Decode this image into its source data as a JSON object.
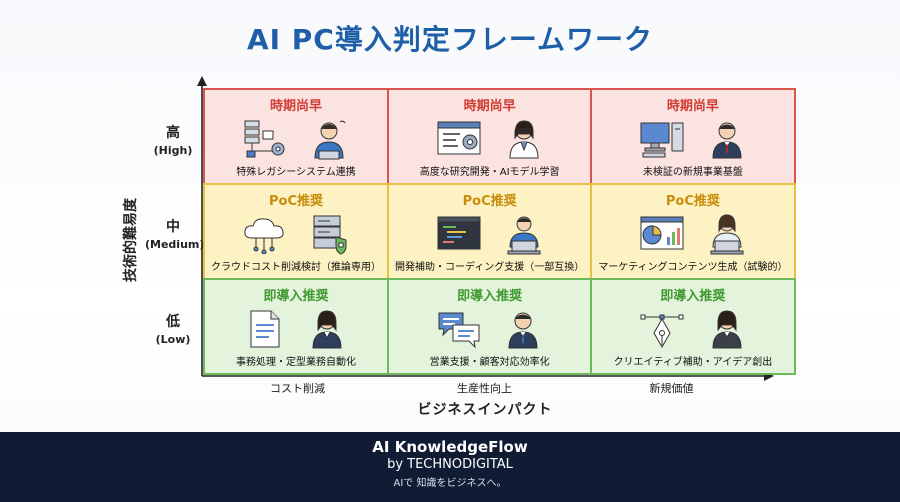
{
  "title": "AI PC導入判定フレームワーク",
  "y_axis": {
    "title": "技術的難易度",
    "levels": [
      {
        "main": "高",
        "sub": "(High)"
      },
      {
        "main": "中",
        "sub": "(Medium)"
      },
      {
        "main": "低",
        "sub": "(Low)"
      }
    ]
  },
  "x_axis": {
    "title": "ビジネスインパクト",
    "categories": [
      "コスト削減",
      "生産性向上",
      "新規価値"
    ]
  },
  "rows": [
    {
      "header": "時期尚早",
      "color": "#d9534f",
      "cells": [
        {
          "caption": "特殊レガシーシステム連携",
          "icons": [
            "network-diagram-icon",
            "stressed-engineer-icon"
          ]
        },
        {
          "caption": "高度な研究開発・AIモデル学習",
          "icons": [
            "code-window-icon",
            "researcher-icon"
          ]
        },
        {
          "caption": "未検証の新規事業基盤",
          "icons": [
            "desktop-computer-icon",
            "businessman-icon"
          ]
        }
      ]
    },
    {
      "header": "PoC推奨",
      "color": "#e9c046",
      "cells": [
        {
          "caption": "クラウドコスト削減検討（推論専用）",
          "icons": [
            "cloud-icon",
            "secure-server-icon"
          ]
        },
        {
          "caption": "開発補助・コーディング支援（一部互換）",
          "icons": [
            "code-editor-icon",
            "developer-laptop-icon"
          ]
        },
        {
          "caption": "マーケティングコンテンツ生成（試験的）",
          "icons": [
            "analytics-dashboard-icon",
            "marketer-laptop-icon"
          ]
        }
      ]
    },
    {
      "header": "即導入推奨",
      "color": "#6cb85a",
      "cells": [
        {
          "caption": "事務処理・定型業務自動化",
          "icons": [
            "document-icon",
            "office-worker-icon"
          ]
        },
        {
          "caption": "営業支援・顧客対応効率化",
          "icons": [
            "chat-bubbles-icon",
            "salesman-icon"
          ]
        },
        {
          "caption": "クリエイティブ補助・アイデア創出",
          "icons": [
            "pen-tool-icon",
            "creative-woman-icon"
          ]
        }
      ]
    }
  ],
  "footer": {
    "brand": "AI KnowledgeFlow",
    "by": "by TECHNODIGITAL",
    "tagline": "AIで 知識をビジネスへ。"
  }
}
